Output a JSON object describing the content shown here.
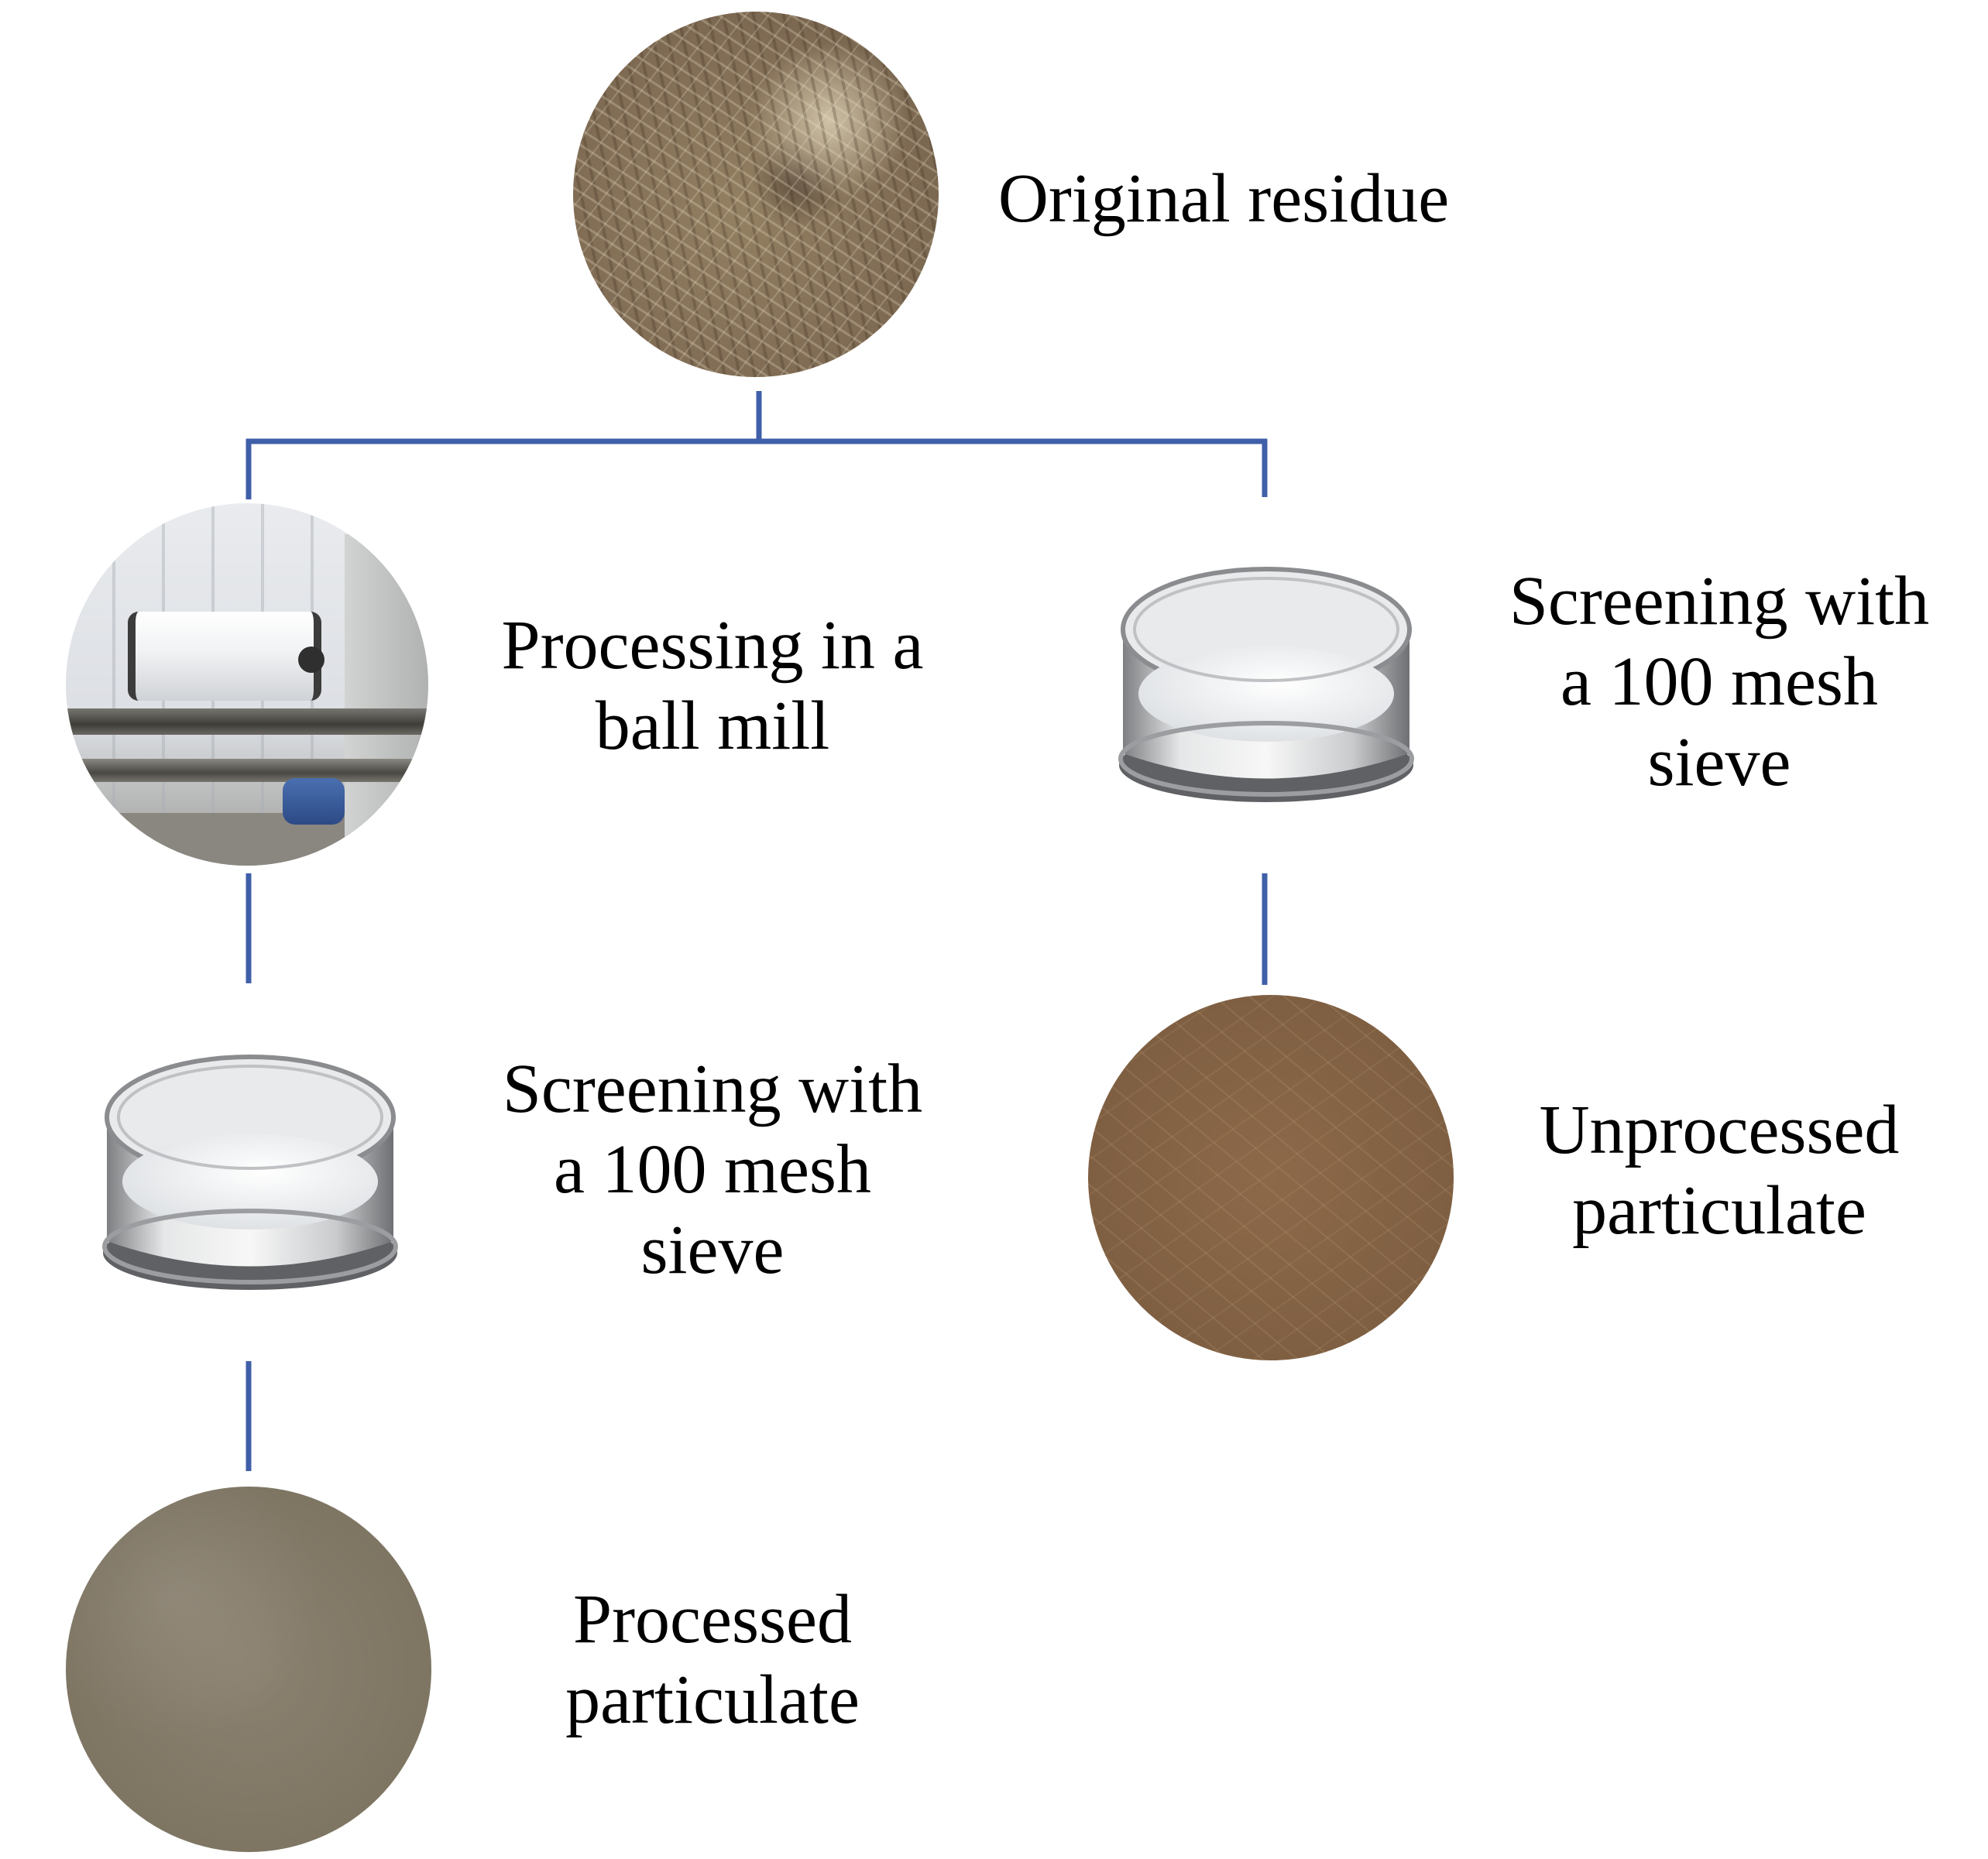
{
  "nodes": {
    "original": {
      "label_lines": [
        "Original residue"
      ]
    },
    "ball_mill": {
      "label_lines": [
        "Processing in a",
        "ball mill"
      ]
    },
    "sieve_left": {
      "label_lines": [
        "Screening with",
        "a 100 mesh",
        "sieve"
      ]
    },
    "processed": {
      "label_lines": [
        "Processed",
        "particulate"
      ]
    },
    "sieve_right": {
      "label_lines": [
        "Screening with",
        "a 100 mesh",
        "sieve"
      ]
    },
    "unprocessed": {
      "label_lines": [
        "Unprocessed",
        "particulate"
      ]
    }
  },
  "colors": {
    "connector": "#3f5fa8",
    "background": "#ffffff",
    "text": "#000000"
  },
  "icons": {
    "sieve": "sieve-icon",
    "residue": "original-residue-photo",
    "mill": "ball-mill-photo",
    "processed": "processed-particulate-photo",
    "unprocessed": "unprocessed-particulate-photo"
  }
}
